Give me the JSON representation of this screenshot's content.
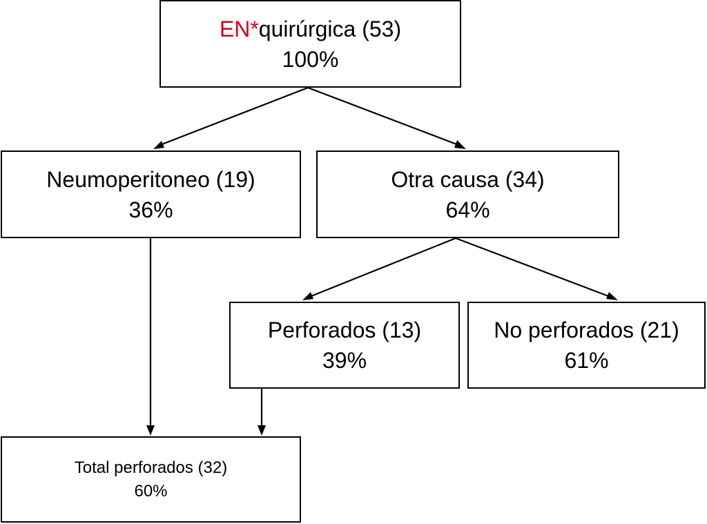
{
  "colors": {
    "stroke": "#000000",
    "accent_red": "#d0021b",
    "background": "#ffffff"
  },
  "nodes": {
    "root": {
      "prefix": "EN*",
      "label": "quirúrgica (53)",
      "percent": "100%"
    },
    "neumoperitoneo": {
      "label": "Neumoperitoneo (19)",
      "percent": "36%"
    },
    "otra_causa": {
      "label": "Otra causa (34)",
      "percent": "64%"
    },
    "perforados": {
      "label": "Perforados (13)",
      "percent": "39%"
    },
    "no_perforados": {
      "label": "No perforados (21)",
      "percent": "61%"
    },
    "total_perforados": {
      "label": "Total perforados (32)",
      "percent": "60%"
    }
  },
  "edges": [
    {
      "from": "root",
      "to": "neumoperitoneo"
    },
    {
      "from": "root",
      "to": "otra_causa"
    },
    {
      "from": "otra_causa",
      "to": "perforados"
    },
    {
      "from": "otra_causa",
      "to": "no_perforados"
    },
    {
      "from": "neumoperitoneo",
      "to": "total_perforados"
    },
    {
      "from": "perforados",
      "to": "total_perforados"
    }
  ]
}
